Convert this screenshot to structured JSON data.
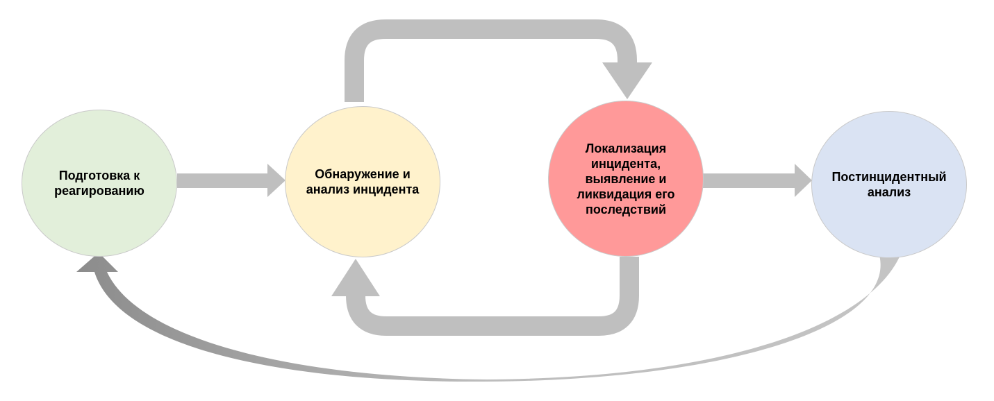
{
  "nodes": [
    {
      "id": "preparation",
      "label": "Подготовка к\nреагированию",
      "fill": "#e2efda"
    },
    {
      "id": "detection",
      "label": "Обнаружение и\nанализ инцидента",
      "fill": "#fff2cc"
    },
    {
      "id": "containment",
      "label": "Локализация\nинцидента,\nвыявление и\nликвидация его\nпоследствий",
      "fill": "#ff9999"
    },
    {
      "id": "post_incident",
      "label": "Постинцидентный\nанализ",
      "fill": "#dae3f3"
    }
  ],
  "colors": {
    "arrow": "#bfbfbf",
    "arrow_dark": "#9a9a9a"
  }
}
